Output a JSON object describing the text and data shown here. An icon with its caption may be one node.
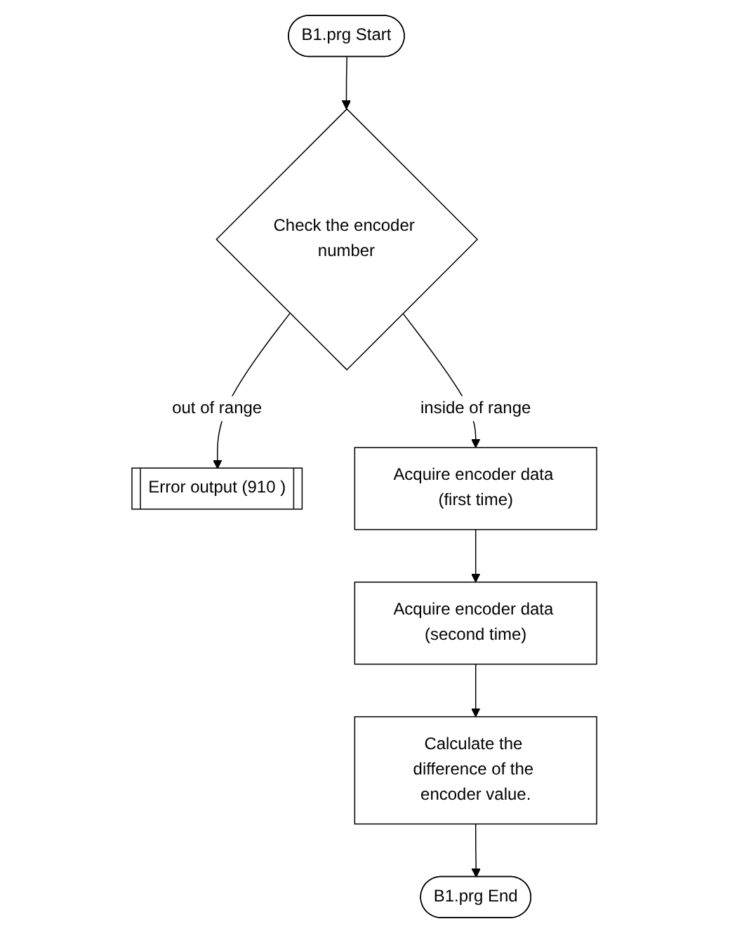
{
  "diagram": {
    "nodes": [
      {
        "text": [
          "B1.prg Start"
        ]
      },
      {
        "text": [
          "Check the encoder number"
        ]
      },
      {
        "text": [
          "Error output (910 )"
        ]
      },
      {
        "text": [
          "Acquire encoder data (first time)"
        ]
      },
      {
        "text": [
          "Acquire encoder data (second time)"
        ]
      },
      {
        "text": [
          "Calculate the difference of the encoder value."
        ]
      },
      {
        "text": [
          "B1.prg End"
        ]
      }
    ],
    "edges": [
      {
        "from": 0,
        "to": 1,
        "arrow": "to"
      },
      {
        "from": 1,
        "to": 2,
        "arrow": "to",
        "label": "out of range"
      },
      {
        "from": 1,
        "to": 3,
        "arrow": "to",
        "label": "inside of range"
      },
      {
        "from": 3,
        "to": 4,
        "arrow": "to"
      },
      {
        "from": 4,
        "to": 5,
        "arrow": "to"
      },
      {
        "from": 5,
        "to": 6,
        "arrow": "to"
      }
    ]
  }
}
